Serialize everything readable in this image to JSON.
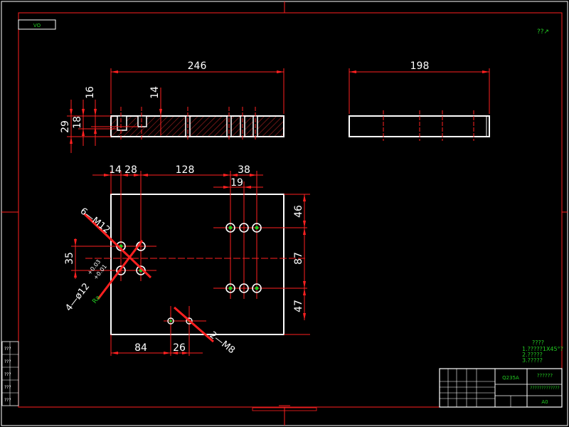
{
  "colors": {
    "background": "#000000",
    "object_line": "#ffffff",
    "dimension_line": "#ff2020",
    "note_text": "#22cc22",
    "hatch": "#aa2222"
  },
  "drawing": {
    "tag_label": "VO",
    "corner_mark": "??↗",
    "front_view": {
      "dims": {
        "length": "246",
        "total_height": "29",
        "step_a": "18",
        "step_b": "16",
        "slot_depth": "14"
      }
    },
    "side_view": {
      "dims": {
        "length": "198"
      }
    },
    "plan_view": {
      "dims": {
        "d14": "14",
        "d28": "28",
        "d128": "128",
        "d38": "38",
        "d19": "19",
        "d46": "46",
        "d87": "87",
        "d47": "47",
        "d35": "35",
        "d84": "84",
        "d26": "26"
      },
      "callouts": {
        "m12": "6—M12",
        "bore": "4—ø12+0.03\n+0.01",
        "bore_main": "4—ø12",
        "tol_upper": "+0.03",
        "tol_lower": "+0.01",
        "roughness": "Ra",
        "m8": "2—M8"
      }
    },
    "notes": {
      "heading": "????",
      "lines": [
        "1.?????1X45°?",
        "2.?????",
        "3.?????"
      ]
    },
    "title_block": {
      "material": "Q235A",
      "drawing_name": "??????",
      "company": "?????????????",
      "sheet_size": "A0"
    },
    "revision_labels": [
      "???",
      "???",
      "???",
      "???",
      "???"
    ]
  }
}
